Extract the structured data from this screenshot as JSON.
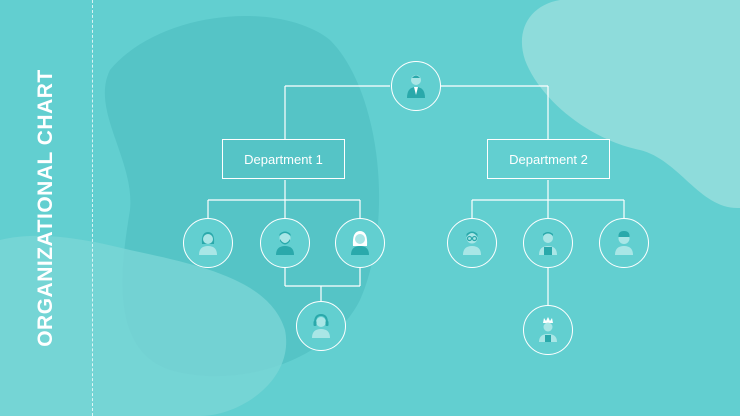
{
  "slide": {
    "title": "ORGANIZATIONAL CHART",
    "colors": {
      "background": "#62cfd0",
      "blob_light": "#8edcdb",
      "blob_dark": "#55c4c6",
      "line": "#ffffff",
      "icon_dark": "#2aa9ab",
      "icon_light": "#a9e6e6"
    }
  },
  "org": {
    "head": {
      "icon": "manager-icon"
    },
    "departments": [
      {
        "label": "Department 1",
        "members": [
          "woman-icon",
          "bearded-man-icon",
          "blonde-woman-icon",
          "headset-agent-icon"
        ]
      },
      {
        "label": "Department 2",
        "members": [
          "glasses-man-icon",
          "worker-overalls-icon",
          "young-man-icon",
          "crowned-person-icon"
        ]
      }
    ]
  }
}
